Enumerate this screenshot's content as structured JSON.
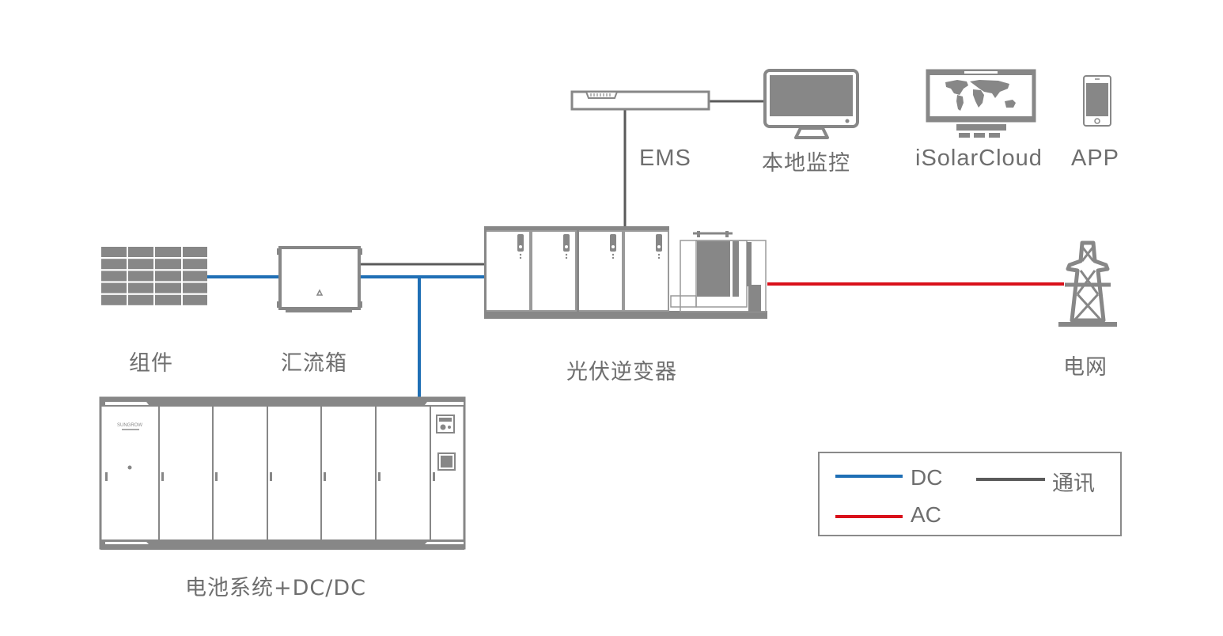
{
  "colors": {
    "dc": "#1f6fb5",
    "ac": "#d9101a",
    "comm": "#5a5a5a",
    "equipment": "#878787"
  },
  "nodes": {
    "pv_module": {
      "label": "组件",
      "icon": "solar-panel-icon"
    },
    "combiner_box": {
      "label": "汇流箱",
      "icon": "combiner-box-icon"
    },
    "battery": {
      "label": "电池系统+DC/DC",
      "icon": "battery-cabinet-icon",
      "brand": "SUNGROW"
    },
    "inverter": {
      "label": "光伏逆变器",
      "icon": "inverter-station-icon"
    },
    "ems": {
      "label": "EMS",
      "icon": "ems-switch-icon"
    },
    "local_monitor": {
      "label": "本地监控",
      "icon": "monitor-icon"
    },
    "cloud": {
      "label": "iSolarCloud",
      "icon": "world-map-screen-icon"
    },
    "app": {
      "label": "APP",
      "icon": "smartphone-icon"
    },
    "grid": {
      "label": "电网",
      "icon": "transmission-tower-icon"
    }
  },
  "connections": [
    {
      "from": "pv_module",
      "to": "combiner_box",
      "type": "DC"
    },
    {
      "from": "combiner_box",
      "to": "inverter",
      "type": "DC"
    },
    {
      "from": "combiner_box",
      "to": "inverter",
      "type": "通讯"
    },
    {
      "from": "battery",
      "to": "inverter",
      "type": "DC"
    },
    {
      "from": "inverter",
      "to": "ems",
      "type": "通讯"
    },
    {
      "from": "ems",
      "to": "local_monitor",
      "type": "通讯"
    },
    {
      "from": "inverter",
      "to": "grid",
      "type": "AC"
    }
  ],
  "legend": {
    "dc": "DC",
    "ac": "AC",
    "comm": "通讯"
  }
}
